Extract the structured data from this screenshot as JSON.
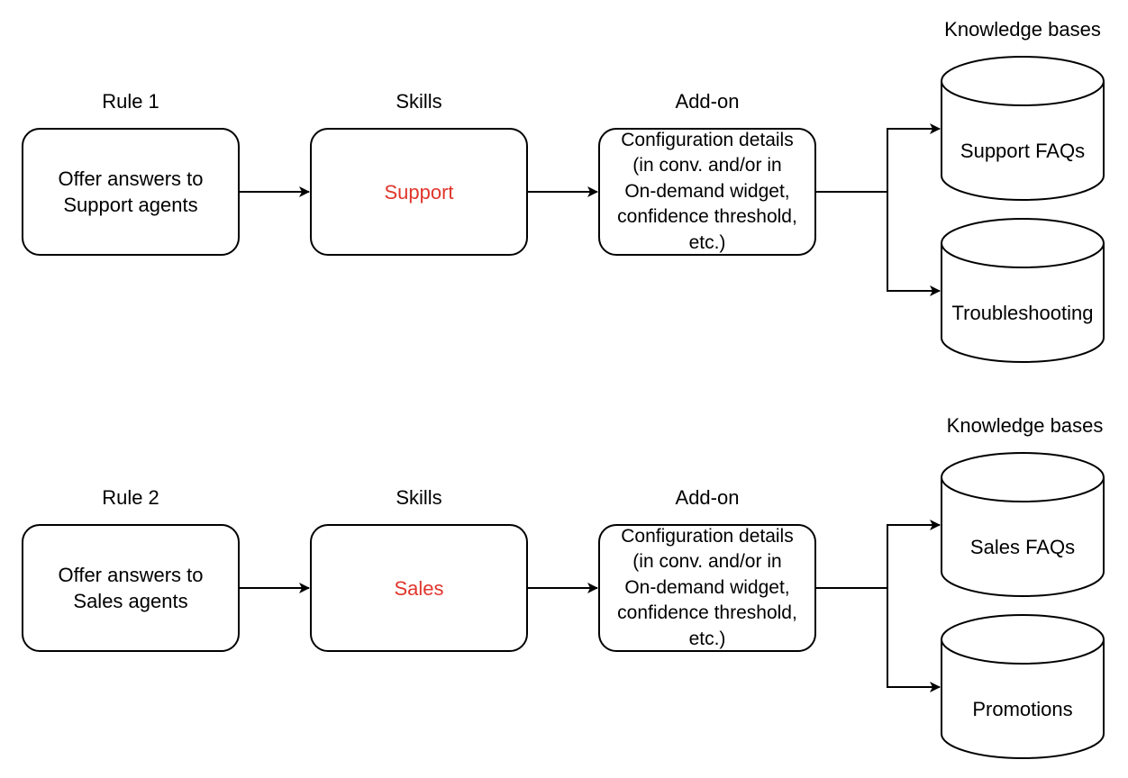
{
  "colors": {
    "skill_text": "#e0352b",
    "stroke": "#000000"
  },
  "groups": [
    {
      "rule_title": "Rule 1",
      "rule_text": [
        "Offer answers to",
        "Support agents"
      ],
      "skills_title": "Skills",
      "skill": "Support",
      "addon_title": "Add-on",
      "addon_text": [
        "Configuration details",
        "(in conv. and/or in",
        "On-demand widget,",
        "confidence threshold,",
        "etc.)"
      ],
      "kb_title": "Knowledge bases",
      "kbs": [
        "Support FAQs",
        "Troubleshooting"
      ]
    },
    {
      "rule_title": "Rule 2",
      "rule_text": [
        "Offer answers to",
        "Sales agents"
      ],
      "skills_title": "Skills",
      "skill": "Sales",
      "addon_title": "Add-on",
      "addon_text": [
        "Configuration details",
        "(in conv. and/or in",
        "On-demand widget,",
        "confidence threshold,",
        "etc.)"
      ],
      "kb_title": "Knowledge bases",
      "kbs": [
        "Sales FAQs",
        "Promotions"
      ]
    }
  ]
}
